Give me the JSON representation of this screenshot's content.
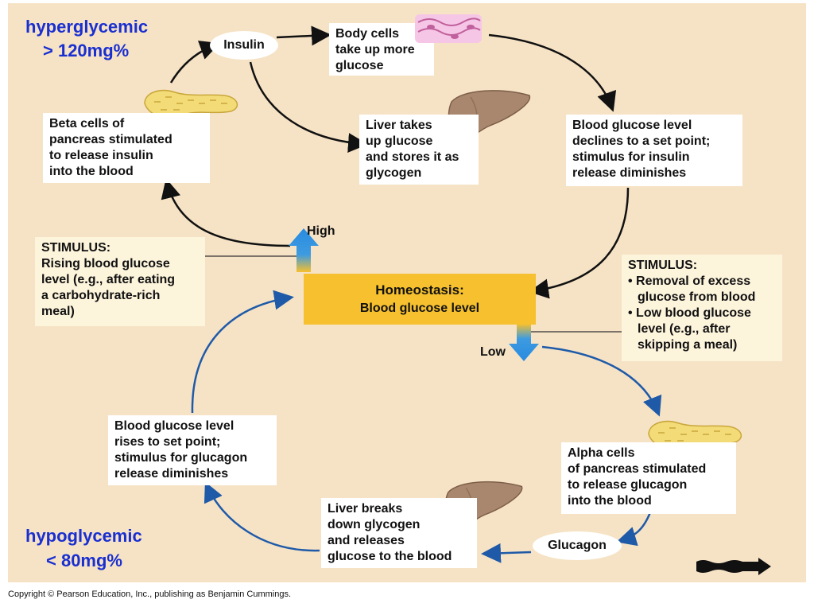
{
  "labels": {
    "hyper_title": "hyperglycemic",
    "hyper_value": "> 120mg%",
    "hypo_title": "hypoglycemic",
    "hypo_value": "<  80mg%",
    "insulin": "Insulin",
    "glucagon": "Glucagon",
    "high": "High",
    "low": "Low",
    "homeostasis_title": "Homeostasis:",
    "homeostasis_sub": "Blood glucose level",
    "copyright": "Copyright © Pearson Education, Inc., publishing as Benjamin Cummings."
  },
  "boxes": {
    "body_cells": [
      "Body cells",
      "take up more",
      "glucose"
    ],
    "beta_cells": [
      "Beta cells of",
      "pancreas stimulated",
      "to release insulin",
      "into the blood"
    ],
    "liver_takes": [
      "Liver takes",
      "up glucose",
      "and stores it as",
      "glycogen"
    ],
    "declines": [
      "Blood glucose level",
      "declines to a set point;",
      "stimulus for insulin",
      "release diminishes"
    ],
    "stimulus_left": [
      "STIMULUS:",
      "Rising blood glucose",
      "level (e.g., after eating",
      "a carbohydrate-rich",
      "meal)"
    ],
    "stimulus_right_title": "STIMULUS:",
    "stimulus_right_bullets": [
      [
        "• Removal of excess",
        "glucose from blood"
      ],
      [
        "• Low blood glucose",
        "level (e.g., after",
        "skipping a meal)"
      ]
    ],
    "rises": [
      "Blood glucose level",
      "rises to set point;",
      "stimulus for glucagon",
      "release diminishes"
    ],
    "alpha_cells": [
      "Alpha cells",
      "of pancreas stimulated",
      "to release glucagon",
      "into the blood"
    ],
    "liver_breaks": [
      "Liver breaks",
      "down glycogen",
      "and releases",
      "glucose to the blood"
    ]
  },
  "colors": {
    "background": "#f6e3c6",
    "homeostasis": "#f6c02e",
    "accent_text": "#1a2fd0",
    "black_arrow": "#111111",
    "blue_arrow": "#1f5aa8",
    "pancreas": "#f3dc78",
    "liver": "#a9876e"
  },
  "icons": [
    "pancreas-icon",
    "liver-icon",
    "body-cells-icon",
    "next-arrow-icon"
  ]
}
